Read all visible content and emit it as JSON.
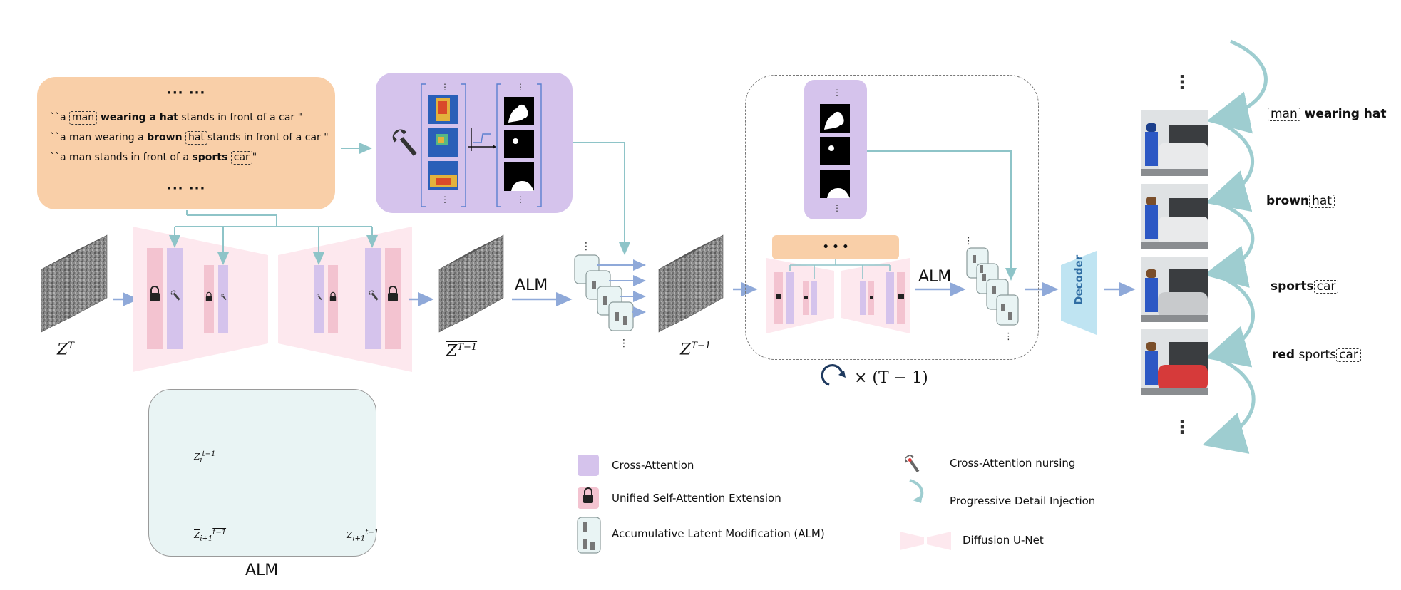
{
  "prompt_box": {
    "top_dots": "··· ···",
    "bottom_dots": "··· ···",
    "lines": [
      {
        "pre": "``a ",
        "boxed": "man",
        "bold": " wearing a hat",
        "post": " stands in front of a car \""
      },
      {
        "pre": "``a man wearing a ",
        "bold": "brown",
        "boxed": "hat",
        "post": "stands in front of a car \""
      },
      {
        "pre": "``a man stands in front of a ",
        "bold": "sports",
        "boxed": "car",
        "post": "\""
      }
    ]
  },
  "labels": {
    "z_T": "Z",
    "z_T_sup": "T",
    "z_hat": "Z",
    "z_hat_sup": "T−1",
    "z_tm1": "Z",
    "z_tm1_sup": "T−1",
    "alm_1": "ALM",
    "alm_2": "ALM",
    "alm_bottom": "ALM",
    "repeat": "× (T − 1)",
    "decoder": "Decoder",
    "text_bar_dots": "• • •"
  },
  "alm_detail": {
    "z_i": "Z",
    "z_i_sub": "i",
    "z_i_sup": "t−1",
    "z_hat_i1": "Z",
    "z_hat_i1_sub": "i+1",
    "z_hat_i1_sup": "t−1",
    "z_out": "Z",
    "z_out_sub": "i+1",
    "z_out_sup": "t−1"
  },
  "legend": {
    "cross_attention": "Cross-Attention",
    "unified": "Unified Self-Attention Extension",
    "alm": "Accumulative Latent Modification (ALM)",
    "nursing": "Cross-Attention nursing",
    "progressive": "Progressive Detail Injection",
    "unet": "Diffusion U-Net"
  },
  "injection_labels": [
    {
      "boxed": "man",
      "bold": " wearing hat",
      "plain": ""
    },
    {
      "bold": "brown",
      "boxed": "hat",
      "plain": ""
    },
    {
      "bold": "sports",
      "boxed": "car",
      "plain": ""
    },
    {
      "bold": "red",
      "plain": " sports",
      "boxed": "car"
    }
  ],
  "colors": {
    "peach": "#f9cfa8",
    "lavender": "#d5c3ec",
    "pink": "#f3c3d0",
    "unet_bg": "#fde8ee",
    "arrow": "#8fa9d9",
    "teal": "#9ecdd0",
    "decoder": "#bfe4f2"
  }
}
